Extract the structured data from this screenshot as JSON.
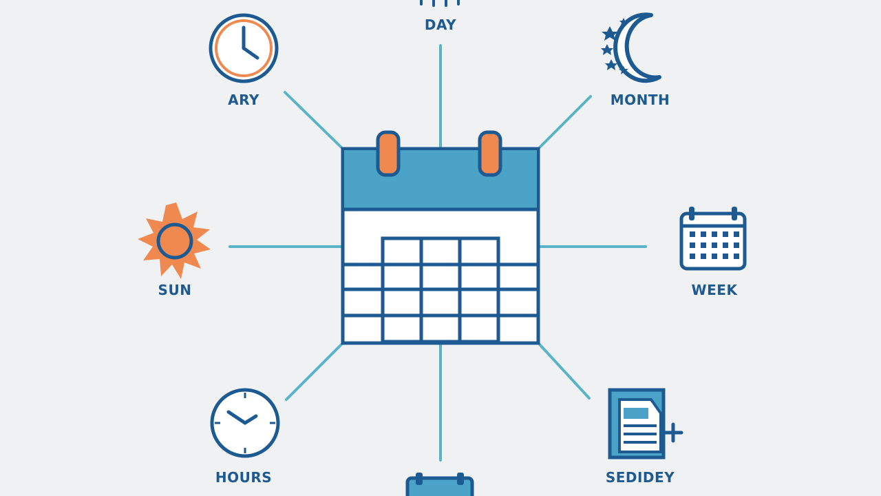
{
  "colors": {
    "background": "#f0f1f2",
    "primary": "#1d5a92",
    "accent": "#f0894f",
    "connector": "#5ab4c8",
    "header_fill": "#4ca3c8"
  },
  "center": {
    "icon": "calendar-icon"
  },
  "nodes": [
    {
      "id": "day",
      "label": "DAY",
      "icon": "day-icon"
    },
    {
      "id": "ary",
      "label": "ARY",
      "icon": "clock-icon"
    },
    {
      "id": "month",
      "label": "MONTH",
      "icon": "crescent-moon-icon"
    },
    {
      "id": "sun",
      "label": "SUN",
      "icon": "sun-icon"
    },
    {
      "id": "week",
      "label": "WEEK",
      "icon": "week-calendar-icon"
    },
    {
      "id": "hours",
      "label": "HOURS",
      "icon": "clock-icon"
    },
    {
      "id": "sedidey",
      "label": "SEDIDEY",
      "icon": "document-add-icon"
    },
    {
      "id": "bottom",
      "label": "",
      "icon": "calendar-icon"
    }
  ]
}
